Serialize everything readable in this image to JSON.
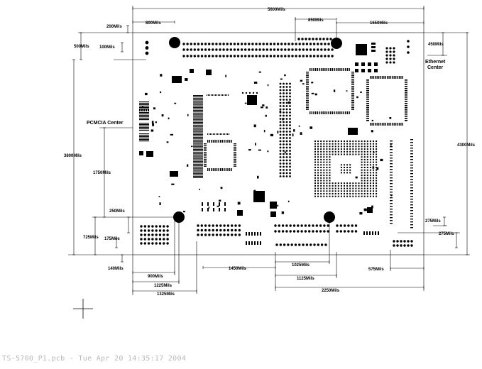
{
  "dimensions": {
    "board_width": "5600Mils",
    "top_800": "800Mils",
    "top_850": "850Mils",
    "top_1650": "1650Mils",
    "top_200": "200Mils",
    "left_500": "500Mils",
    "left_100": "100Mils",
    "right_450": "450Mils",
    "left_3800": "3800Mils",
    "right_4300": "4300Mils",
    "left_1750": "1750Mils",
    "left_250": "250Mils",
    "left_725": "725Mils",
    "left_175": "175Mils",
    "bot_140": "140Mils",
    "bot_900": "900Mils",
    "bot_1225": "1225Mils",
    "bot_1325": "1325Mils",
    "bot_1450": "1450Mils",
    "bot_1025": "1025Mils",
    "bot_1125": "1125Mils",
    "bot_2250": "2250Mils",
    "bot_575": "575Mils",
    "right_275a": "275Mils",
    "right_275b": "275Mils"
  },
  "labels": {
    "ethernet_line1": "Ethernet",
    "ethernet_line2": "Center",
    "pcmcia": "PCMCIA Center"
  },
  "footer": "TS-5700_P1.pcb - Tue Apr 20 14:35:17 2004"
}
